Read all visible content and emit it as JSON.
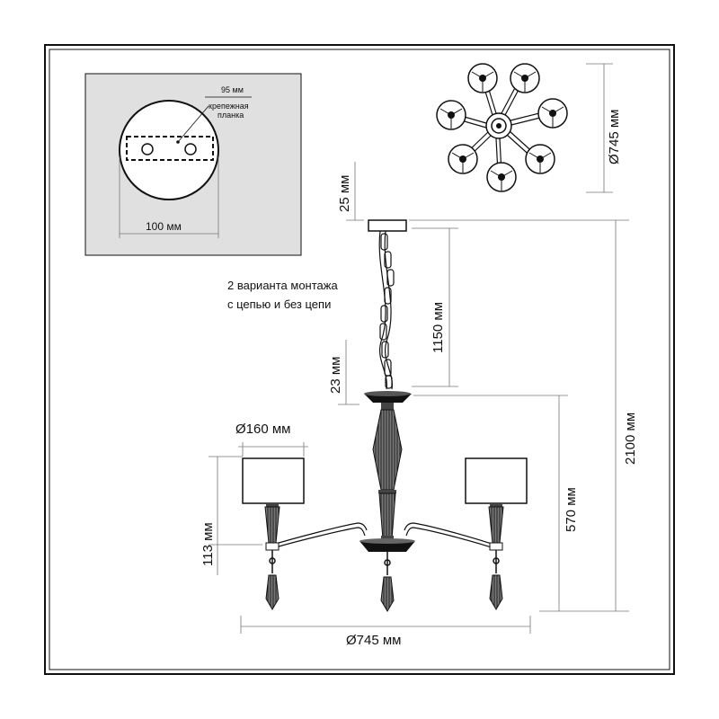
{
  "mount_detail": {
    "plate_width_label": "95 мм",
    "plate_name_line1": "крепежная",
    "plate_name_line2": "планка",
    "canopy_diameter_label": "100 мм"
  },
  "note": {
    "line1": "2 варианта монтажа",
    "line2": "с цепью и без цепи"
  },
  "dimensions": {
    "top_view_diameter": "Ø745 мм",
    "canopy_height": "25 мм",
    "chain_length": "1150 мм",
    "cup_height": "23 мм",
    "total_height": "2100 мм",
    "body_height": "570 мм",
    "shade_diameter": "Ø160 мм",
    "shade_height": "113 мм",
    "overall_width": "Ø745 мм"
  },
  "colors": {
    "line": "#111111",
    "frame_bg": "#e0e0e0",
    "dim_line": "#777777"
  }
}
